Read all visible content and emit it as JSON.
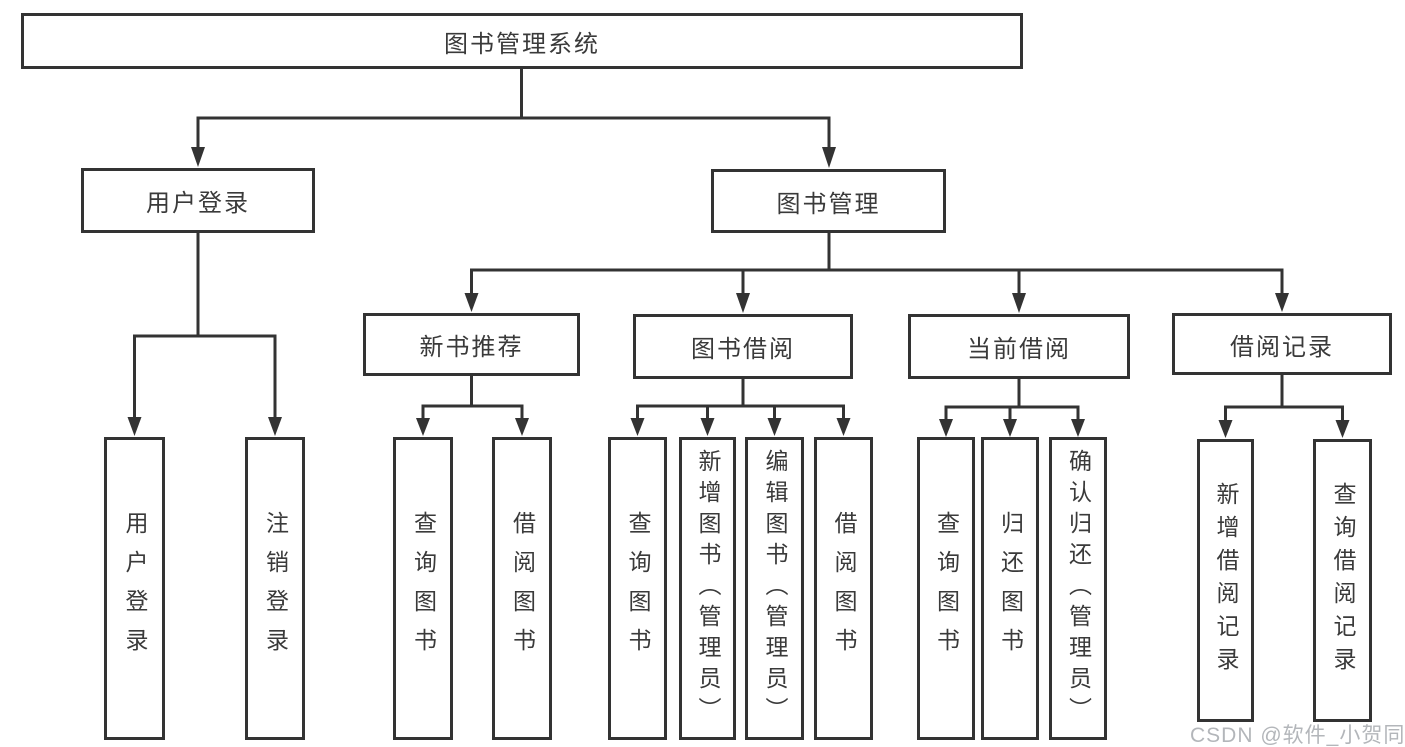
{
  "nodes": {
    "root": "图书管理系统",
    "user_login": "用户登录",
    "book_mgmt": "图书管理",
    "new_book_rec": "新书推荐",
    "book_borrow": "图书借阅",
    "current_borrow": "当前借阅",
    "borrow_records": "借阅记录",
    "leaf_user_login": "用户登录",
    "leaf_logout": "注销登录",
    "leaf_query_book_rec": "查询图书",
    "leaf_borrow_book_rec": "借阅图书",
    "leaf_query_book_borrow": "查询图书",
    "leaf_add_book_admin": "新增图书（管理员）",
    "leaf_edit_book_admin": "编辑图书（管理员）",
    "leaf_borrow_book_borrow": "借阅图书",
    "leaf_query_book_current": "查询图书",
    "leaf_return_book": "归还图书",
    "leaf_confirm_return_admin": "确认归还（管理员）",
    "leaf_add_borrow_record": "新增借阅记录",
    "leaf_query_borrow_record": "查询借阅记录"
  },
  "watermark": "CSDN @软件_小贺同学",
  "colors": {
    "line": "#333333",
    "text": "#3a3a3a",
    "watermark": "#b3b6ba",
    "background": "#ffffff"
  }
}
